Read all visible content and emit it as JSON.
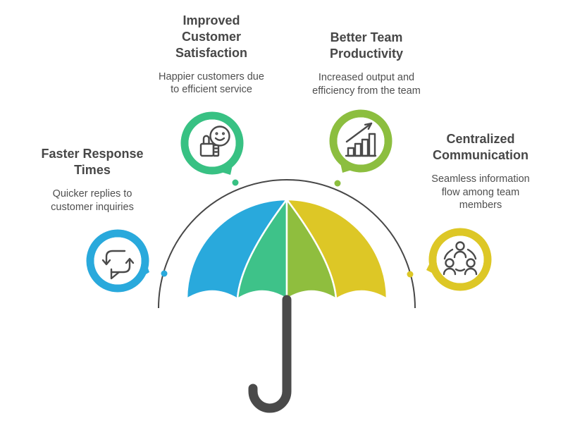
{
  "colors": {
    "blue": "#29a9dc",
    "green": "#38c183",
    "lime": "#8cbe3f",
    "yellow": "#ddc726",
    "dark": "#474747",
    "icon_stroke": "#4a4a4a",
    "title_text": "#474747",
    "body_text": "#4f4f4f"
  },
  "umbrella": {
    "panel_colors": [
      "#29a9dc",
      "#3ec289",
      "#8fbe3e",
      "#ddc726"
    ],
    "handle_color": "#4a4a4a",
    "arc_color": "#474747"
  },
  "benefits": [
    {
      "id": "faster-response-times",
      "title": "Faster Response Times",
      "description": "Quicker replies to customer inquiries",
      "icon": "sync-chat-icon",
      "color": "#29a9dc"
    },
    {
      "id": "improved-customer-satisfaction",
      "title": "Improved Customer Satisfaction",
      "description": "Happier customers due to efficient service",
      "icon": "customer-satisfaction-icon",
      "color": "#38c183"
    },
    {
      "id": "better-team-productivity",
      "title": "Better Team Productivity",
      "description": "Increased output and efficiency from the team",
      "icon": "growth-chart-icon",
      "color": "#8cbe3f"
    },
    {
      "id": "centralized-communication",
      "title": "Centralized Communication",
      "description": "Seamless information flow among team members",
      "icon": "team-network-icon",
      "color": "#ddc726"
    }
  ]
}
